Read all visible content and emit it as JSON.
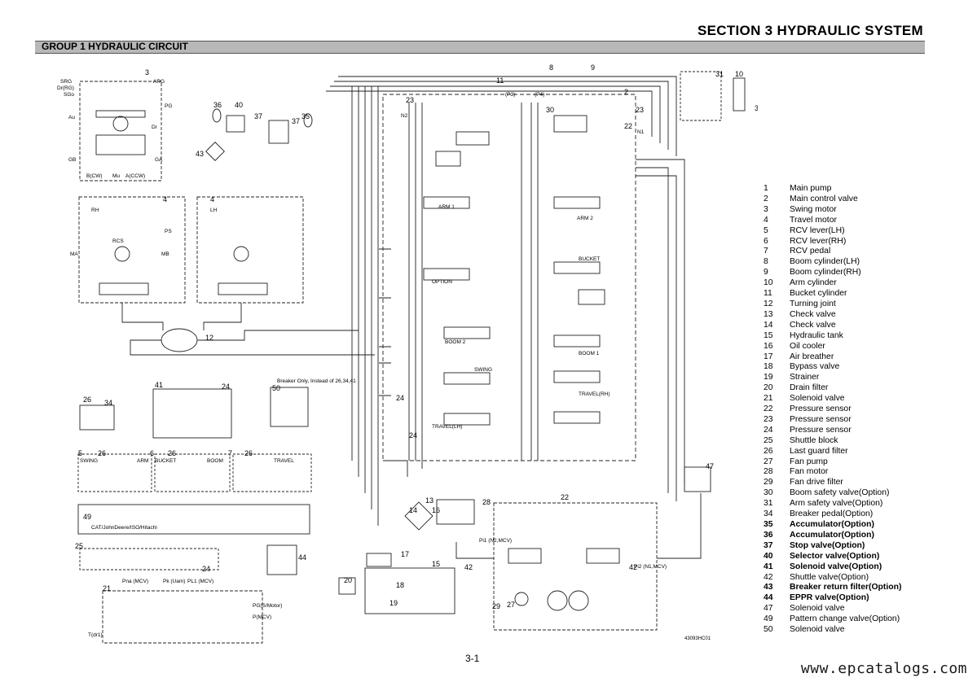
{
  "header": {
    "section_title": "SECTION 3 HYDRAULIC SYSTEM",
    "group_title": "GROUP 1 HYDRAULIC CIRCUIT"
  },
  "diagram": {
    "drawing_number": "43093HC01",
    "callouts": [
      "3",
      "36",
      "40",
      "37",
      "37",
      "35",
      "43",
      "2",
      "23",
      "23",
      "31",
      "10",
      "11",
      "8",
      "9",
      "30",
      "30",
      "22",
      "4",
      "4",
      "12",
      "41",
      "24",
      "50",
      "26",
      "34",
      "5",
      "26",
      "6",
      "26",
      "7",
      "26",
      "49",
      "25",
      "44",
      "24",
      "21",
      "20",
      "17",
      "18",
      "15",
      "19",
      "13",
      "14",
      "16",
      "28",
      "42",
      "29",
      "27",
      "22",
      "42",
      "24",
      "24",
      "47"
    ],
    "labels": {
      "srg": "SRG",
      "dr_rg": "Dr(RG)",
      "sgo": "SGo",
      "arg": "ARG",
      "pg": "PG",
      "au": "Au",
      "dr": "Dr",
      "gb": "GB",
      "ga": "GA",
      "b_ccw": "B(CW)",
      "mu": "Mu",
      "a_ccw": "A(CCW)",
      "rh": "RH",
      "lh": "LH",
      "ps": "PS",
      "mb": "MB",
      "ma": "MA",
      "rcs": "RCS",
      "n2": "N2",
      "n1": "N1",
      "p3": "(P3)",
      "p4": "(P4)",
      "arm1": "ARM 1",
      "arm2": "ARM 2",
      "bucket": "BUCKET",
      "option": "OPTION",
      "boom2": "BOOM 2",
      "boom1": "BOOM 1",
      "swing": "SWING",
      "travel_rh": "TRAVEL(RH)",
      "travel_lh": "TRAVEL(LH)",
      "breaker_note": "Breaker Only, Instead of 26,34,41",
      "swing_lbl": "SWING",
      "arm_lbl": "ARM",
      "bucket_lbl": "BUCKET",
      "boom_lbl": "BOOM",
      "travel_lbl": "TRAVEL",
      "cat_label": "CAT/JohnDeere/ISO/Hitachi",
      "pna": "Pna (MCV)",
      "pk": "Pk (Uam)",
      "pl1": "PL1 (MCV)",
      "pg_s": "PG(S/Motor)",
      "p_mcv": "P(MCV)",
      "t_dr1": "T(dr1)",
      "pi1": "Pi1 (N2,MCV)",
      "pi2": "Pi2 (N1,MCV)"
    }
  },
  "legend": {
    "items": [
      {
        "num": "1",
        "text": "Main pump",
        "bold": false
      },
      {
        "num": "2",
        "text": "Main control valve",
        "bold": false
      },
      {
        "num": "3",
        "text": "Swing motor",
        "bold": false
      },
      {
        "num": "4",
        "text": "Travel motor",
        "bold": false
      },
      {
        "num": "5",
        "text": "RCV lever(LH)",
        "bold": false
      },
      {
        "num": "6",
        "text": "RCV lever(RH)",
        "bold": false
      },
      {
        "num": "7",
        "text": "RCV pedal",
        "bold": false
      },
      {
        "num": "8",
        "text": "Boom cylinder(LH)",
        "bold": false
      },
      {
        "num": "9",
        "text": "Boom cylinder(RH)",
        "bold": false
      },
      {
        "num": "10",
        "text": "Arm cylinder",
        "bold": false
      },
      {
        "num": "11",
        "text": "Bucket cylinder",
        "bold": false
      },
      {
        "num": "12",
        "text": "Turning joint",
        "bold": false
      },
      {
        "num": "13",
        "text": "Check valve",
        "bold": false
      },
      {
        "num": "14",
        "text": "Check valve",
        "bold": false
      },
      {
        "num": "15",
        "text": "Hydraulic tank",
        "bold": false
      },
      {
        "num": "16",
        "text": "Oil cooler",
        "bold": false
      },
      {
        "num": "17",
        "text": "Air breather",
        "bold": false
      },
      {
        "num": "18",
        "text": "Bypass valve",
        "bold": false
      },
      {
        "num": "19",
        "text": "Strainer",
        "bold": false
      },
      {
        "num": "20",
        "text": "Drain filter",
        "bold": false
      },
      {
        "num": "21",
        "text": "Solenoid valve",
        "bold": false
      },
      {
        "num": "22",
        "text": "Pressure sensor",
        "bold": false
      },
      {
        "num": "23",
        "text": "Pressure sensor",
        "bold": false
      },
      {
        "num": "24",
        "text": "Pressure sensor",
        "bold": false
      },
      {
        "num": "25",
        "text": "Shuttle block",
        "bold": false
      },
      {
        "num": "26",
        "text": "Last guard filter",
        "bold": false
      },
      {
        "num": "27",
        "text": "Fan pump",
        "bold": false
      },
      {
        "num": "28",
        "text": "Fan motor",
        "bold": false
      },
      {
        "num": "29",
        "text": "Fan drive filter",
        "bold": false
      },
      {
        "num": "30",
        "text": "Boom safety valve(Option)",
        "bold": false
      },
      {
        "num": "31",
        "text": "Arm safety valve(Option)",
        "bold": false
      },
      {
        "num": "34",
        "text": "Breaker pedal(Option)",
        "bold": false
      },
      {
        "num": "35",
        "text": "Accumulator(Option)",
        "bold": true
      },
      {
        "num": "36",
        "text": "Accumulator(Option)",
        "bold": true
      },
      {
        "num": "37",
        "text": "Stop valve(Option)",
        "bold": true
      },
      {
        "num": "40",
        "text": "Selector valve(Option)",
        "bold": true
      },
      {
        "num": "41",
        "text": "Solenoid valve(Option)",
        "bold": true
      },
      {
        "num": "42",
        "text": "Shuttle valve(Option)",
        "bold": false
      },
      {
        "num": "43",
        "text": "Breaker return filter(Option)",
        "bold": true
      },
      {
        "num": "44",
        "text": "EPPR valve(Option)",
        "bold": true
      },
      {
        "num": "47",
        "text": "Solenoid valve",
        "bold": false
      },
      {
        "num": "49",
        "text": "Pattern change valve(Option)",
        "bold": false
      },
      {
        "num": "50",
        "text": "Solenoid valve",
        "bold": false
      }
    ]
  },
  "footer": {
    "page_number": "3-1",
    "watermark": "www.epcatalogs.com"
  }
}
